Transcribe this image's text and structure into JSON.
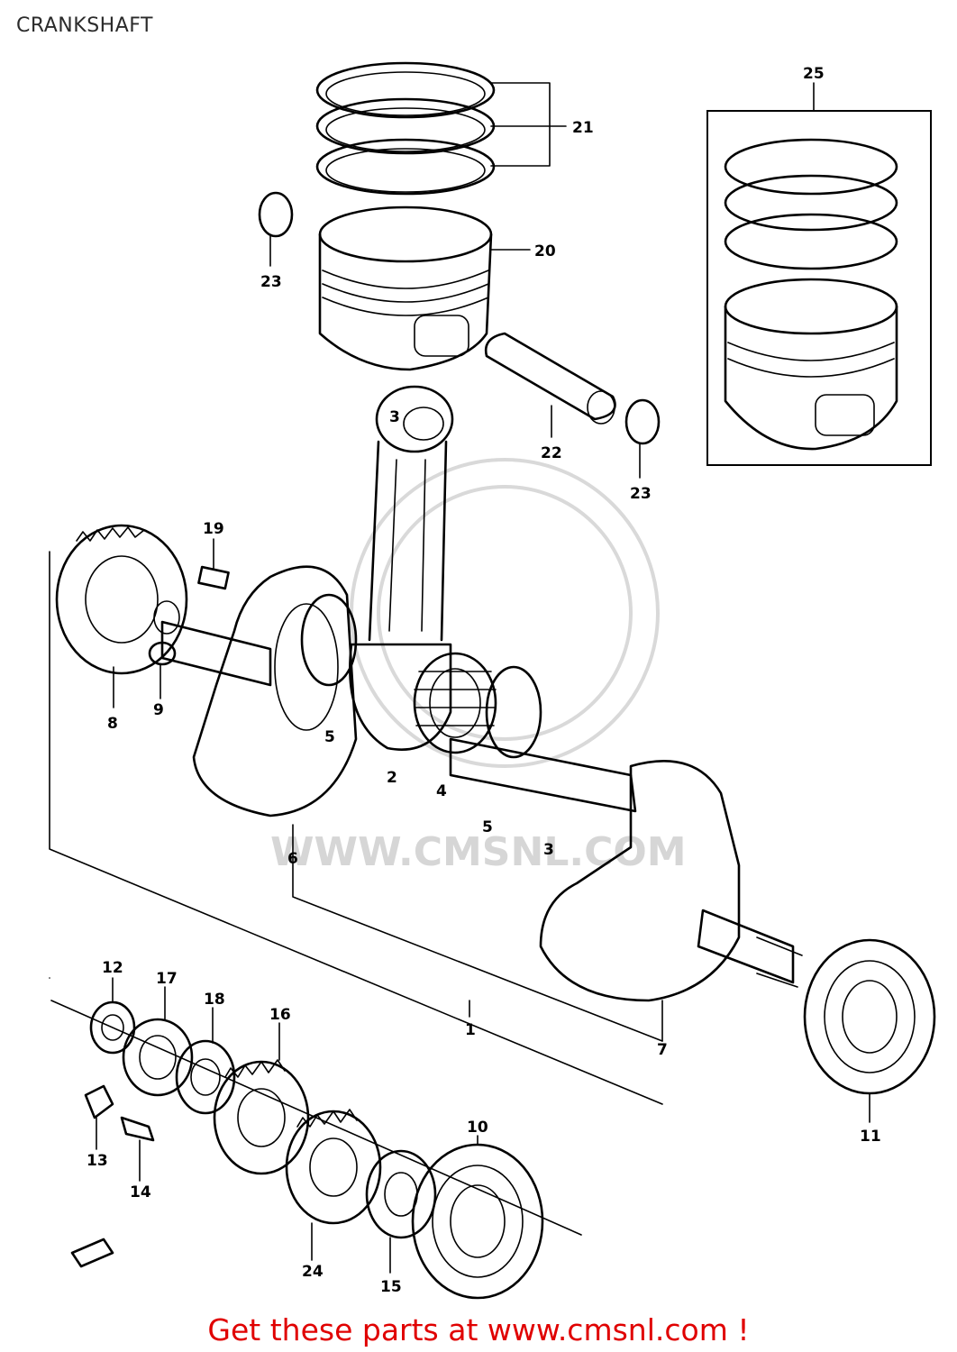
{
  "diagram": {
    "title": "CRANKSHAFT",
    "watermark_text": "WWW.CMSNL.COM",
    "part_labels": {
      "p1": "1",
      "p2": "2",
      "p3a": "3",
      "p3b": "3",
      "p4": "4",
      "p5a": "5",
      "p5b": "5",
      "p6": "6",
      "p7": "7",
      "p8": "8",
      "p9": "9",
      "p10": "10",
      "p11": "11",
      "p12": "12",
      "p13": "13",
      "p14": "14",
      "p15": "15",
      "p16": "16",
      "p17": "17",
      "p18": "18",
      "p19": "19",
      "p20": "20",
      "p21": "21",
      "p22": "22",
      "p23a": "23",
      "p23b": "23",
      "p24": "24",
      "p25": "25"
    }
  },
  "footer": {
    "link_text": "Get these parts at www.cmsnl.com !",
    "link_color": "#e00000"
  }
}
